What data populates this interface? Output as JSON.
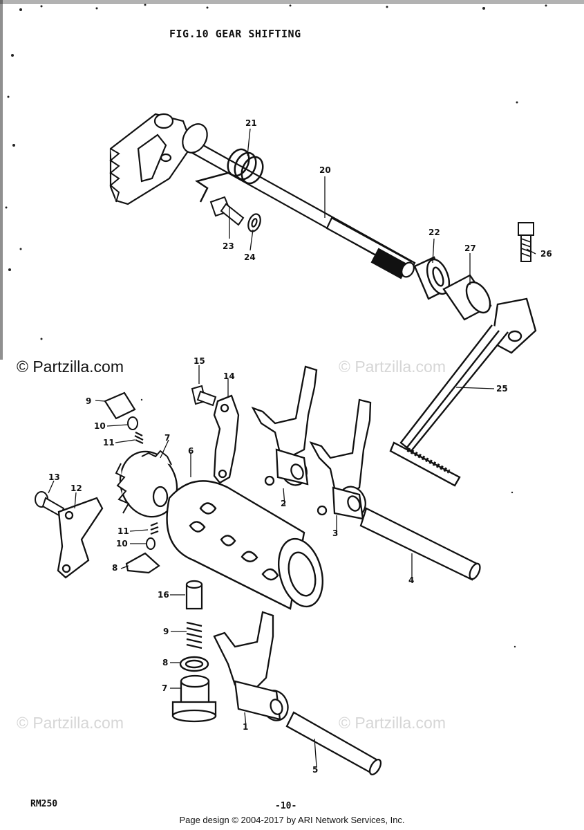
{
  "figure": {
    "title": "FIG.10  GEAR SHIFTING",
    "model": "RM250",
    "page_number": "-10-"
  },
  "watermarks": [
    "© Partzilla.com",
    "© Partzilla.com",
    "© Partzilla.com",
    "© Partzilla.com"
  ],
  "callouts": {
    "c21": "21",
    "c20": "20",
    "c23": "23",
    "c24": "24",
    "c22": "22",
    "c27": "27",
    "c26": "26",
    "c25": "25",
    "c15": "15",
    "c14": "14",
    "c9a": "9",
    "c10a": "10",
    "c11a": "11",
    "c7a": "7",
    "c6": "6",
    "c2": "2",
    "c3": "3",
    "c4": "4",
    "c13": "13",
    "c12": "12",
    "c11b": "11",
    "c10b": "10",
    "c8a": "8",
    "c16": "16",
    "c9b": "9",
    "c8b": "8",
    "c7b": "7",
    "c1": "1",
    "c5": "5"
  },
  "footer": "Page design © 2004-2017 by ARI Network Services, Inc."
}
